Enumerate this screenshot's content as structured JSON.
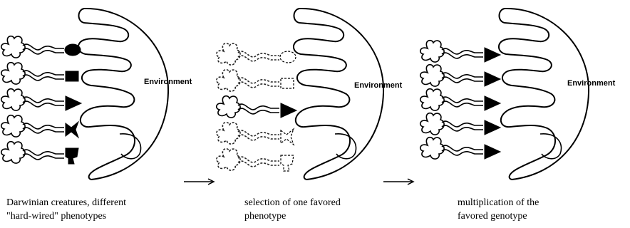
{
  "panels": [
    {
      "env_label": "Environment",
      "caption": [
        "Darwinian creatures, different",
        "\"hard-wired\" phenotypes"
      ],
      "creatures": [
        {
          "style": "solid",
          "head": "oval"
        },
        {
          "style": "solid",
          "head": "rect"
        },
        {
          "style": "solid",
          "head": "triangle"
        },
        {
          "style": "solid",
          "head": "notch"
        },
        {
          "style": "solid",
          "head": "cup"
        }
      ]
    },
    {
      "env_label": "Environment",
      "caption": [
        "selection of one favored",
        "phenotype"
      ],
      "creatures": [
        {
          "style": "dashed",
          "head": "oval"
        },
        {
          "style": "dashed",
          "head": "rect"
        },
        {
          "style": "solid",
          "head": "triangle"
        },
        {
          "style": "dashed",
          "head": "notch"
        },
        {
          "style": "dashed",
          "head": "cup"
        }
      ]
    },
    {
      "env_label": "Environment",
      "caption": [
        "multiplication of the",
        "favored genotype"
      ],
      "creatures": [
        {
          "style": "solid",
          "head": "triangle"
        },
        {
          "style": "solid",
          "head": "triangle"
        },
        {
          "style": "solid",
          "head": "triangle"
        },
        {
          "style": "solid",
          "head": "triangle"
        },
        {
          "style": "solid",
          "head": "triangle"
        }
      ]
    }
  ],
  "arrows": [
    "arrow-right-icon",
    "arrow-right-icon"
  ]
}
